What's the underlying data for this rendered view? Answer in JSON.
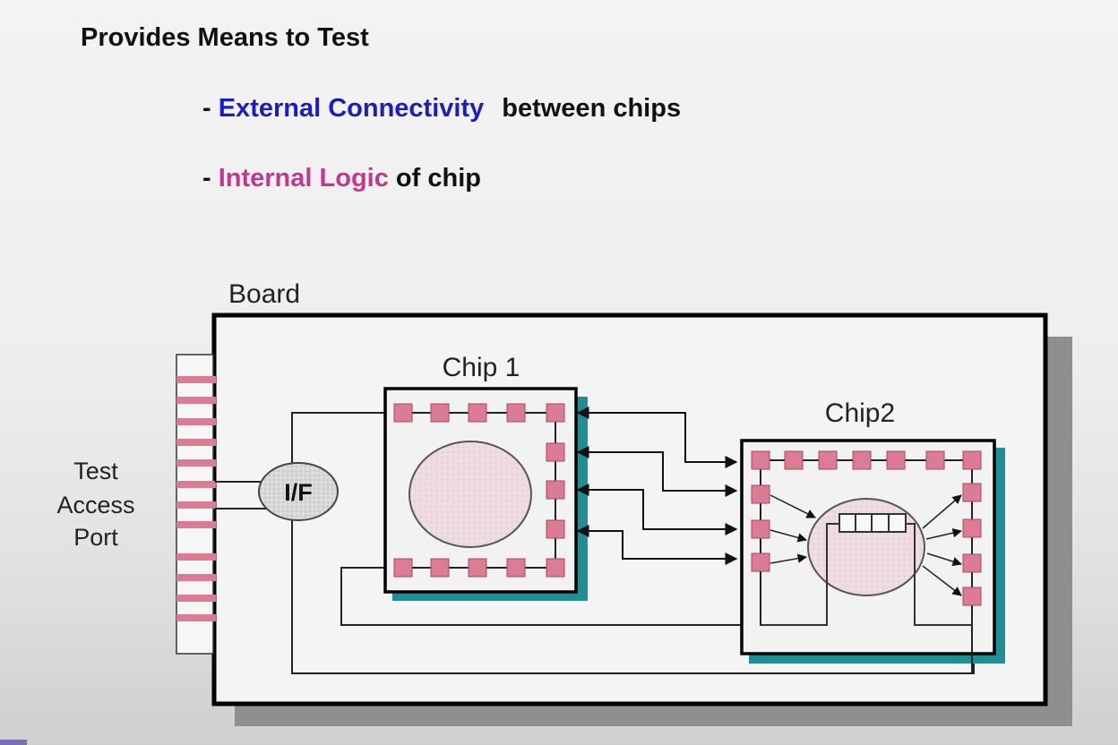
{
  "slide": {
    "heading": "Provides Means to Test",
    "bullets": [
      {
        "dash": "- ",
        "highlight": "External Connectivity",
        "rest": "between chips",
        "highlight_color": "#1c1cc4"
      },
      {
        "dash": "- ",
        "highlight": "Internal Logic",
        "rest": " of chip",
        "highlight_color": "#c2388f"
      }
    ]
  },
  "diagram": {
    "board_label": "Board",
    "chip1_label": "Chip 1",
    "chip2_label": "Chip2",
    "interface_label": "I/F",
    "tap_label_lines": [
      "Test",
      "Access",
      "Port"
    ],
    "colors": {
      "pad": "#dc7b94",
      "core": "#eddbe0",
      "shadow": "#1f8e95",
      "board_shadow": "#8f8f8f"
    }
  }
}
